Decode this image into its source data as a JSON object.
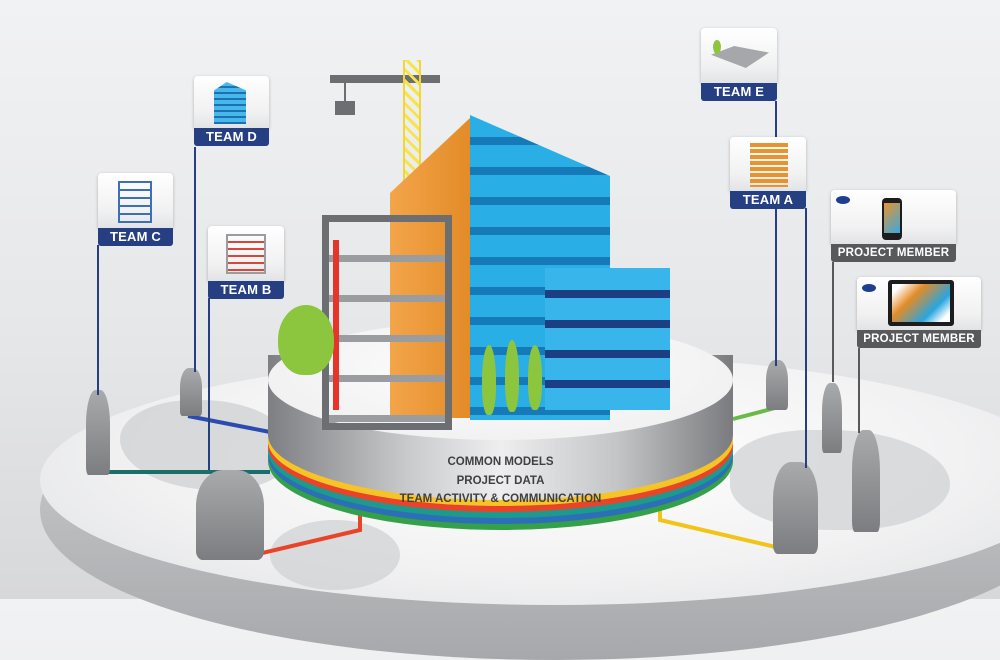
{
  "diagram": {
    "teams": [
      {
        "id": "team-d",
        "label": "TEAM D",
        "icon": "blue-building-icon"
      },
      {
        "id": "team-c",
        "label": "TEAM C",
        "icon": "crane-building-frame-icon"
      },
      {
        "id": "team-b",
        "label": "TEAM B",
        "icon": "red-structural-frame-icon"
      },
      {
        "id": "team-e",
        "label": "TEAM E",
        "icon": "site-landscape-icon"
      },
      {
        "id": "team-a",
        "label": "TEAM A",
        "icon": "orange-floor-slabs-icon"
      }
    ],
    "members": [
      {
        "id": "member-phone",
        "label": "PROJECT MEMBER",
        "device": "smartphone-icon",
        "badge": "cloud-app-icon"
      },
      {
        "id": "member-tablet",
        "label": "PROJECT MEMBER",
        "device": "tablet-icon",
        "badge": "cloud-app-icon"
      }
    ],
    "platform_layers": [
      {
        "label": "COMMON MODELS"
      },
      {
        "label": "PROJECT DATA"
      },
      {
        "label": "TEAM ACTIVITY & COMMUNICATION"
      }
    ],
    "colors": {
      "team_label": "#263f83",
      "member_label": "#58595b",
      "building_blue": "#1fa3dc",
      "building_orange": "#e38b27",
      "frame_gray": "#6d6e71",
      "frame_red": "#e8332a",
      "tree_green": "#8cc63f",
      "band_yellow": "#f7c427",
      "band_red": "#e8442a",
      "band_teal": "#1c9a8e",
      "band_blue": "#2c6fb6",
      "band_green": "#35a04a"
    }
  }
}
